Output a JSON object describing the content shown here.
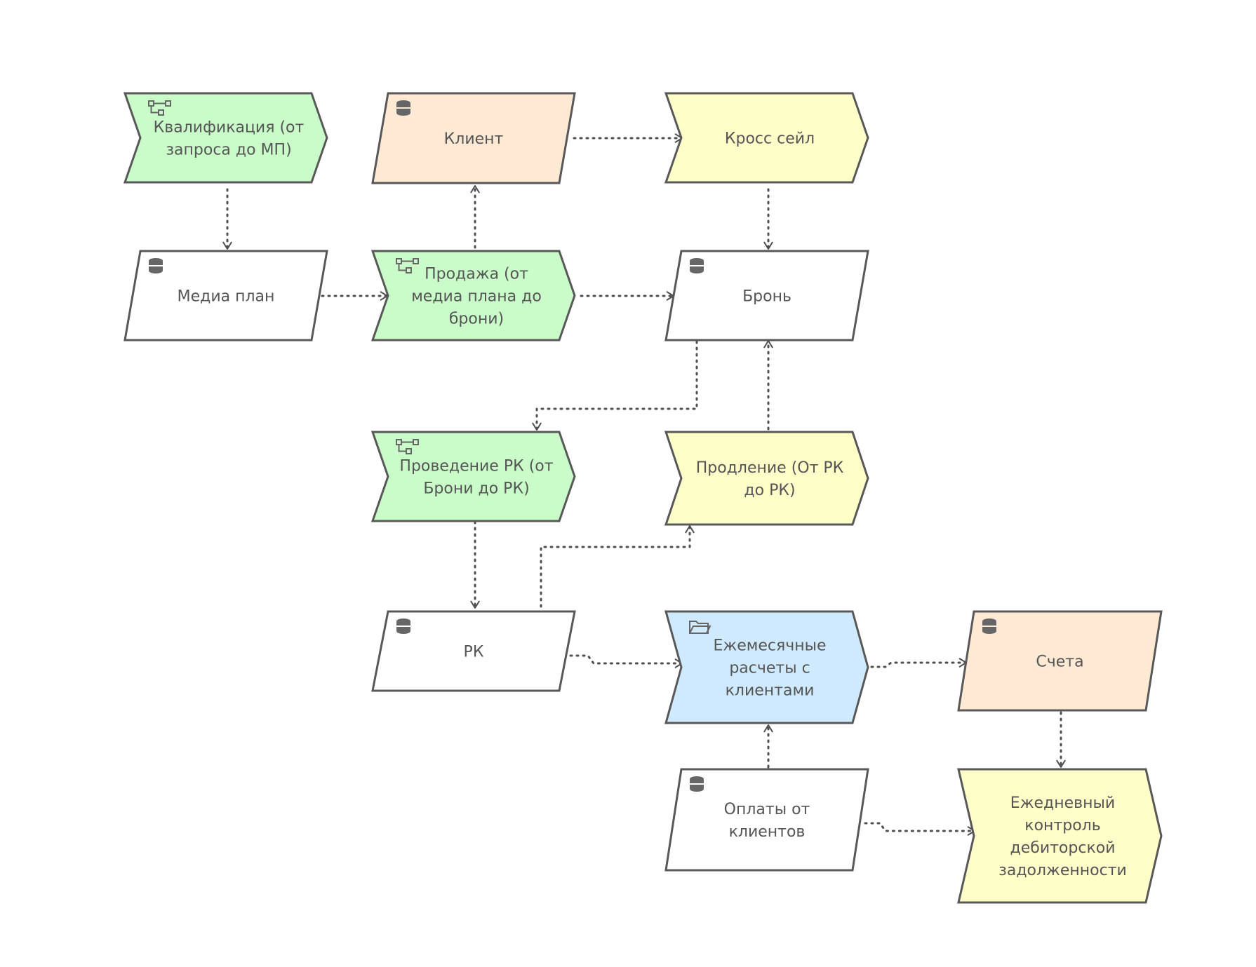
{
  "colors": {
    "process_green": "#c9fcc9",
    "data_peach": "#fde9d4",
    "event_yellow": "#fefec9",
    "folder_blue": "#cfeafe",
    "data_white": "#ffffff",
    "stroke": "#585858"
  },
  "nodes": [
    {
      "id": "kvalifikaciya",
      "type": "process",
      "icon": "process-tree-icon",
      "fill": "process_green",
      "lines": [
        "Квалификация (от",
        "запроса до МП)"
      ]
    },
    {
      "id": "klient",
      "type": "data",
      "icon": "database-icon",
      "fill": "data_peach",
      "lines": [
        "Клиент"
      ]
    },
    {
      "id": "kross-seil",
      "type": "function",
      "icon": "",
      "fill": "event_yellow",
      "lines": [
        "Кросс сейл"
      ]
    },
    {
      "id": "media-plan",
      "type": "data",
      "icon": "database-icon",
      "fill": "data_white",
      "lines": [
        "Медиа план"
      ]
    },
    {
      "id": "prodazha",
      "type": "process",
      "icon": "process-tree-icon",
      "fill": "process_green",
      "lines": [
        "Продажа (от",
        "медиа плана до",
        "брони)"
      ]
    },
    {
      "id": "bron",
      "type": "data",
      "icon": "database-icon",
      "fill": "data_white",
      "lines": [
        "Бронь"
      ]
    },
    {
      "id": "provedenie-rk",
      "type": "process",
      "icon": "process-tree-icon",
      "fill": "process_green",
      "lines": [
        "Проведение РК (от",
        "Брони до РК)"
      ]
    },
    {
      "id": "prodlenie",
      "type": "function",
      "icon": "",
      "fill": "event_yellow",
      "lines": [
        "Продление (От РК",
        "до РК)"
      ]
    },
    {
      "id": "rk",
      "type": "data",
      "icon": "database-icon",
      "fill": "data_white",
      "lines": [
        "РК"
      ]
    },
    {
      "id": "ezhemesyachnye",
      "type": "folder-process",
      "icon": "folder-icon",
      "fill": "folder_blue",
      "lines": [
        "Ежемесячные",
        "расчеты с",
        "клиентами"
      ]
    },
    {
      "id": "scheta",
      "type": "data",
      "icon": "database-icon",
      "fill": "data_peach",
      "lines": [
        "Счета"
      ]
    },
    {
      "id": "oplaty",
      "type": "data",
      "icon": "database-icon",
      "fill": "data_white",
      "lines": [
        "Оплаты от",
        "клиентов"
      ]
    },
    {
      "id": "ezhednevnyi",
      "type": "function",
      "icon": "",
      "fill": "event_yellow",
      "lines": [
        "Ежедневный",
        "контроль",
        "дебиторской",
        "задолженности"
      ]
    }
  ],
  "edges": [
    {
      "from": "kvalifikaciya",
      "to": "media-plan"
    },
    {
      "from": "media-plan",
      "to": "prodazha"
    },
    {
      "from": "prodazha",
      "to": "klient"
    },
    {
      "from": "klient",
      "to": "kross-seil"
    },
    {
      "from": "kross-seil",
      "to": "bron"
    },
    {
      "from": "prodazha",
      "to": "bron"
    },
    {
      "from": "bron",
      "to": "provedenie-rk"
    },
    {
      "from": "prodlenie",
      "to": "bron"
    },
    {
      "from": "provedenie-rk",
      "to": "rk"
    },
    {
      "from": "rk",
      "to": "prodlenie"
    },
    {
      "from": "rk",
      "to": "ezhemesyachnye"
    },
    {
      "from": "ezhemesyachnye",
      "to": "scheta"
    },
    {
      "from": "oplaty",
      "to": "ezhemesyachnye"
    },
    {
      "from": "scheta",
      "to": "ezhednevnyi"
    },
    {
      "from": "oplaty",
      "to": "ezhednevnyi"
    }
  ]
}
